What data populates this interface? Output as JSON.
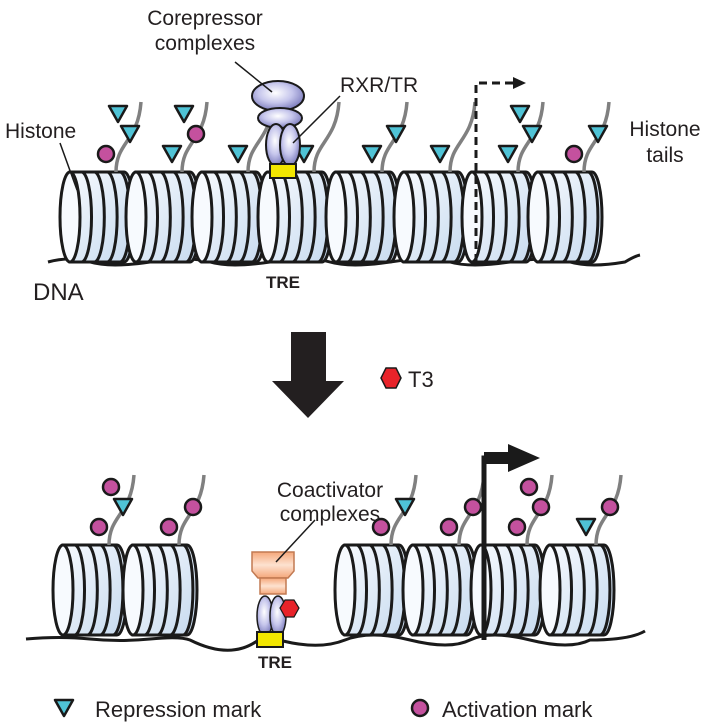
{
  "figure": {
    "title": "Thyroid hormone (T3) receptor switches chromatin from repressed to active state",
    "colors": {
      "histone_fill_light": "#f2f7fd",
      "histone_fill_dark": "#c9dcf0",
      "outline": "#1a1a1a",
      "tail": "#808080",
      "repression_mark": "#4fc3d6",
      "activation_mark": "#c4519e",
      "tre_box": "#f2e600",
      "corepressor": "#a9a9dc",
      "coactivator": "#f6b48a",
      "t3_hormone": "#e8232a"
    }
  },
  "top_panel": {
    "state": "repressed",
    "labels": {
      "corepressor": "Corepressor\ncomplexes",
      "corepressor_line1": "Corepressor",
      "corepressor_line2": "complexes",
      "receptor": "RXR/TR",
      "histone": "Histone",
      "dna": "DNA",
      "tre": "TRE",
      "histone_tails_line1": "Histone",
      "histone_tails_line2": "tails"
    },
    "transcription_arrow": "inactive (dashed)",
    "nucleosomes": [
      {
        "marks": [
          "activation",
          "repression",
          "repression"
        ]
      },
      {
        "marks": [
          "repression",
          "activation",
          "repression"
        ]
      },
      {
        "marks": [
          "repression"
        ]
      },
      {
        "marks": [
          "repression"
        ]
      },
      {
        "marks": [
          "repression",
          "repression"
        ]
      },
      {
        "marks": [
          "repression"
        ]
      },
      {
        "marks": [
          "repression",
          "repression",
          "repression"
        ]
      },
      {
        "marks": [
          "activation",
          "repression"
        ]
      }
    ]
  },
  "transition": {
    "ligand_label": "T3"
  },
  "bottom_panel": {
    "state": "active",
    "labels": {
      "coactivator_line1": "Coactivator",
      "coactivator_line2": "complexes",
      "tre": "TRE"
    },
    "transcription_arrow": "active (solid)",
    "nucleosomes": [
      {
        "marks": [
          "activation",
          "repression",
          "activation"
        ]
      },
      {
        "marks": [
          "activation",
          "activation"
        ]
      },
      {
        "marks": [
          "activation",
          "repression"
        ]
      },
      {
        "marks": [
          "activation",
          "activation"
        ]
      },
      {
        "marks": [
          "activation",
          "activation",
          "activation"
        ]
      },
      {
        "marks": [
          "repression",
          "activation"
        ]
      }
    ]
  },
  "legend": {
    "repression": "Repression mark",
    "activation": "Activation mark"
  }
}
